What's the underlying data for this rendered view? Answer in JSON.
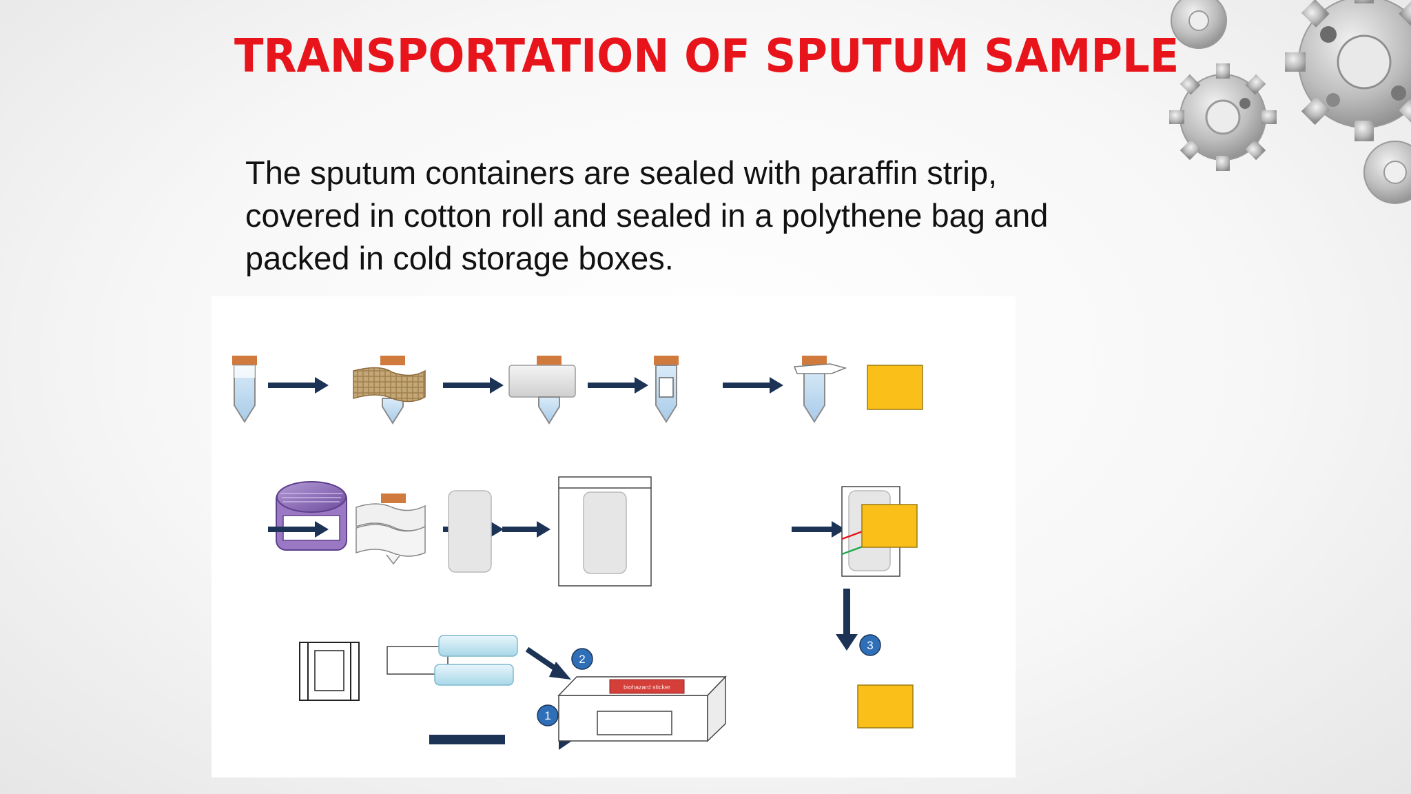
{
  "slide": {
    "title": "TRANSPORTATION OF SPUTUM SAMPLE",
    "body_lines": [
      "The sputum containers are sealed with paraffin strip,",
      "covered in cotton roll and sealed in a polythene bag and",
      "packed in cold storage boxes."
    ]
  },
  "diagram": {
    "box_label": "biohazard sticker",
    "step_badges": [
      "1",
      "2",
      "3"
    ]
  },
  "colors": {
    "title": "#e8141b",
    "arrow": "#1c3356",
    "tube_cap": "#d07a3d",
    "liquid": "#bcd8f0",
    "jar_lid": "#8a64b4",
    "placeholder_square": "#fbbf1a",
    "badge": "#2e6fb7",
    "sticker": "#d43f3a"
  },
  "icons": [
    "gear-icon",
    "arrow-right-icon",
    "arrow-down-icon"
  ]
}
